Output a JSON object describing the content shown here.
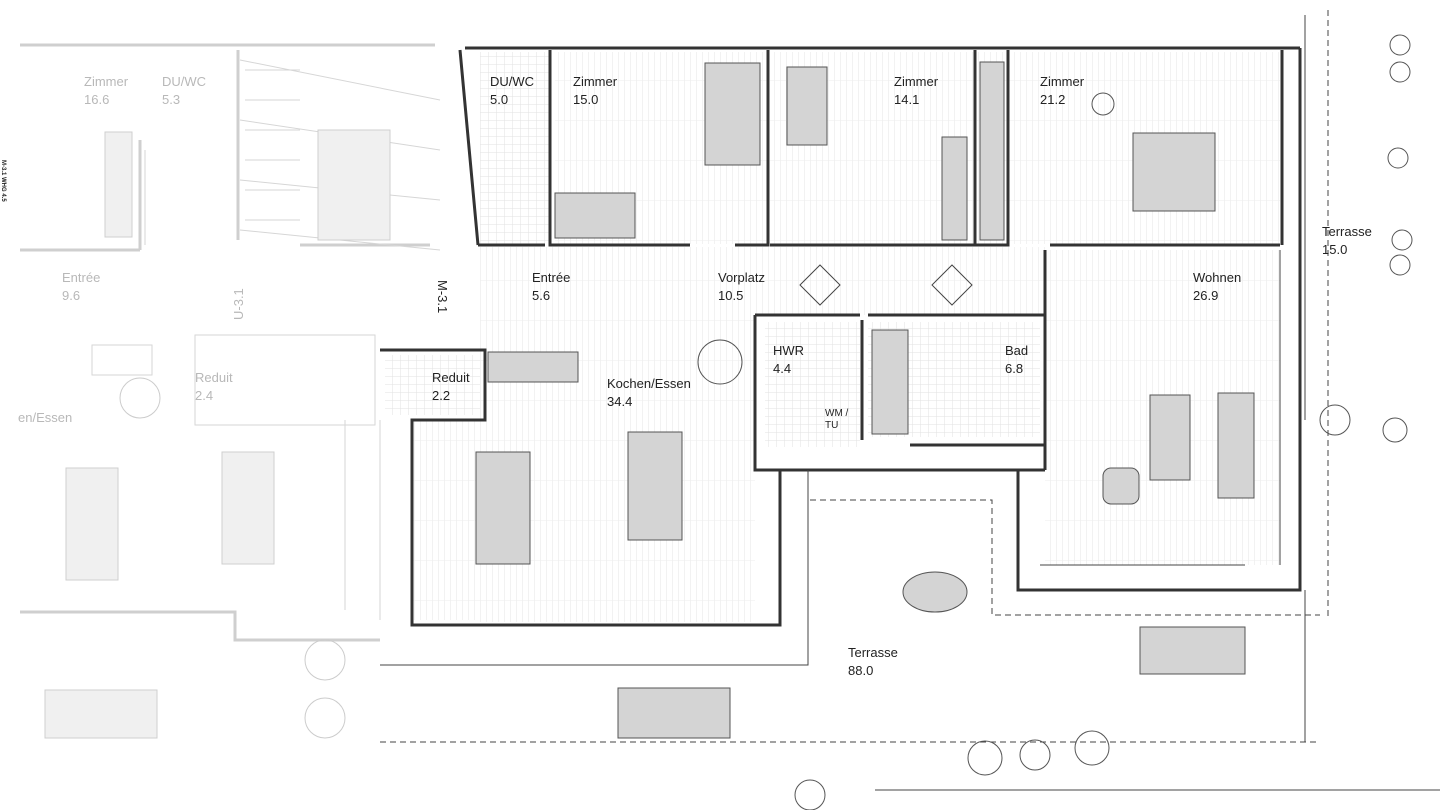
{
  "plan_code": "M-3.1 WHG 4.5",
  "rooms": {
    "duwc": {
      "name": "DU/WC",
      "area": "5.0"
    },
    "zimmer1": {
      "name": "Zimmer",
      "area": "15.0"
    },
    "zimmer2": {
      "name": "Zimmer",
      "area": "14.1"
    },
    "zimmer3": {
      "name": "Zimmer",
      "area": "21.2"
    },
    "terrasse_small": {
      "name": "Terrasse",
      "area": "15.0"
    },
    "entree": {
      "name": "Entrée",
      "area": "5.6"
    },
    "vorplatz": {
      "name": "Vorplatz",
      "area": "10.5"
    },
    "wohnen": {
      "name": "Wohnen",
      "area": "26.9"
    },
    "hwr": {
      "name": "HWR",
      "area": "4.4"
    },
    "bad": {
      "name": "Bad",
      "area": "6.8"
    },
    "reduit": {
      "name": "Reduit",
      "area": "2.2"
    },
    "kochen": {
      "name": "Kochen/Essen",
      "area": "34.4"
    },
    "terrasse_large": {
      "name": "Terrasse",
      "area": "88.0"
    }
  },
  "wm_tu": [
    "WM /",
    "TU"
  ],
  "stair_label": "M-3.1",
  "neighbor": {
    "zimmer": {
      "name": "Zimmer",
      "area": "16.6"
    },
    "duwc": {
      "name": "DU/WC",
      "area": "5.3"
    },
    "entree": {
      "name": "Entrée",
      "area": "9.6"
    },
    "reduit": {
      "name": "Reduit",
      "area": "2.4"
    },
    "kochen": {
      "name": "en/Essen"
    },
    "stair_label": "U-3.1"
  }
}
